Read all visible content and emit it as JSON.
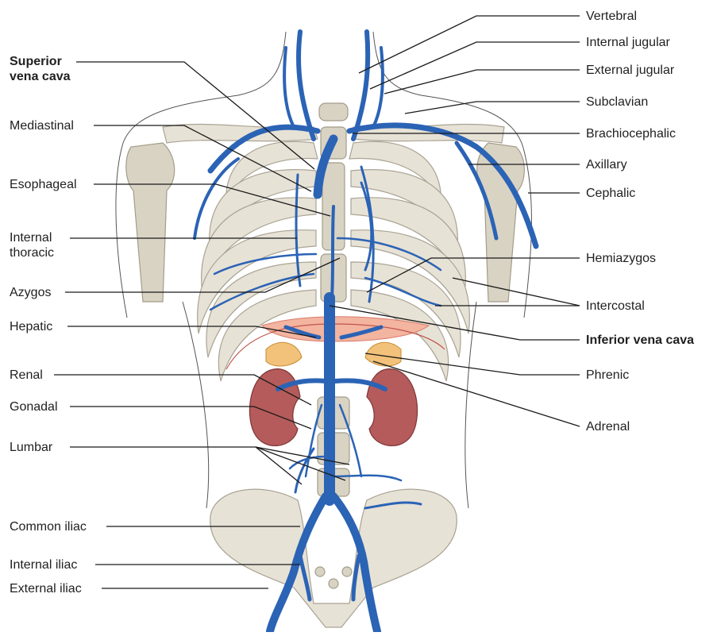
{
  "labels": {
    "left": {
      "superior_vena_cava": "Superior\nvena cava",
      "mediastinal": "Mediastinal",
      "esophageal": "Esophageal",
      "internal_thoracic": "Internal\nthoracic",
      "azygos": "Azygos",
      "hepatic": "Hepatic",
      "renal": "Renal",
      "gonadal": "Gonadal",
      "lumbar": "Lumbar",
      "common_iliac": "Common iliac",
      "internal_iliac": "Internal iliac",
      "external_iliac": "External iliac"
    },
    "right": {
      "vertebral": "Vertebral",
      "internal_jugular": "Internal jugular",
      "external_jugular": "External jugular",
      "subclavian": "Subclavian",
      "brachiocephalic": "Brachiocephalic",
      "axillary": "Axillary",
      "cephalic": "Cephalic",
      "hemiazygos": "Hemiazygos",
      "intercostal": "Intercostal",
      "inferior_vena_cava": "Inferior vena cava",
      "phrenic": "Phrenic",
      "adrenal": "Adrenal"
    }
  },
  "colors": {
    "vein": "#2b63b5",
    "bone": "#e7e2d6",
    "kidney": "#b55b5b",
    "adrenal": "#f2c27a",
    "diaphragm": "#f3b4a0"
  }
}
